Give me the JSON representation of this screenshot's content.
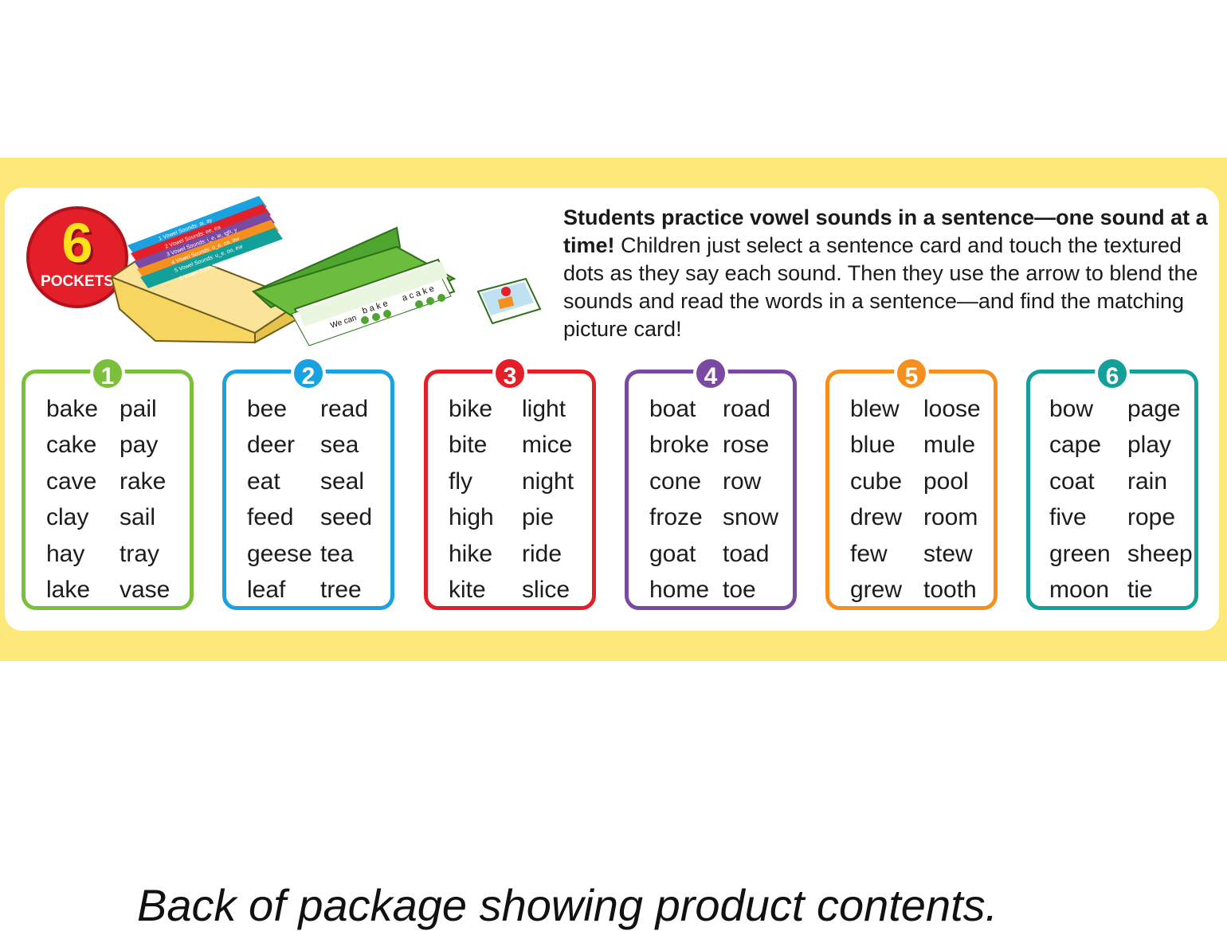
{
  "badge": {
    "number": "6",
    "label": "POCKETS"
  },
  "description": {
    "bold": "Students practice vowel sounds in a sentence—one sound at a time!",
    "body": " Children just select a sentence card and touch the textured dots as they say each sound. Then they use the arrow to blend the sounds and read the words in a sentence—and find the matching picture card!"
  },
  "art": {
    "tab_labels": [
      "1 Vowel Sounds: ai, ay",
      "2 Vowel Sounds: ee, ea",
      "3 Vowel Sounds: i_e, ie, igh, y",
      "4 Vowel Sounds: o_e, oa, ow",
      "5 Vowel Sounds: u_e, oo, ew",
      "6 Vowel Sounds: Mixed Practice"
    ],
    "card_prefix": "We can",
    "card_word1": "b a k e",
    "card_word2": "a c a k e"
  },
  "colors": {
    "green": "#7bbf3d",
    "blue": "#1aa2e0",
    "red": "#e3202a",
    "purple": "#7a4aa3",
    "orange": "#f5901e",
    "teal": "#13a09a",
    "banner": "#fde97a"
  },
  "cards": [
    {
      "number": "1",
      "words": [
        "bake",
        "pail",
        "cake",
        "pay",
        "cave",
        "rake",
        "clay",
        "sail",
        "hay",
        "tray",
        "lake",
        "vase"
      ]
    },
    {
      "number": "2",
      "words": [
        "bee",
        "read",
        "deer",
        "sea",
        "eat",
        "seal",
        "feed",
        "seed",
        "geese",
        "tea",
        "leaf",
        "tree"
      ]
    },
    {
      "number": "3",
      "words": [
        "bike",
        "light",
        "bite",
        "mice",
        "fly",
        "night",
        "high",
        "pie",
        "hike",
        "ride",
        "kite",
        "slice"
      ]
    },
    {
      "number": "4",
      "words": [
        "boat",
        "road",
        "broke",
        "rose",
        "cone",
        "row",
        "froze",
        "snow",
        "goat",
        "toad",
        "home",
        "toe"
      ]
    },
    {
      "number": "5",
      "words": [
        "blew",
        "loose",
        "blue",
        "mule",
        "cube",
        "pool",
        "drew",
        "room",
        "few",
        "stew",
        "grew",
        "tooth"
      ]
    },
    {
      "number": "6",
      "words": [
        "bow",
        "page",
        "cape",
        "play",
        "coat",
        "rain",
        "five",
        "rope",
        "green",
        "sheep",
        "moon",
        "tie"
      ]
    }
  ],
  "caption": "Back of package showing product contents."
}
